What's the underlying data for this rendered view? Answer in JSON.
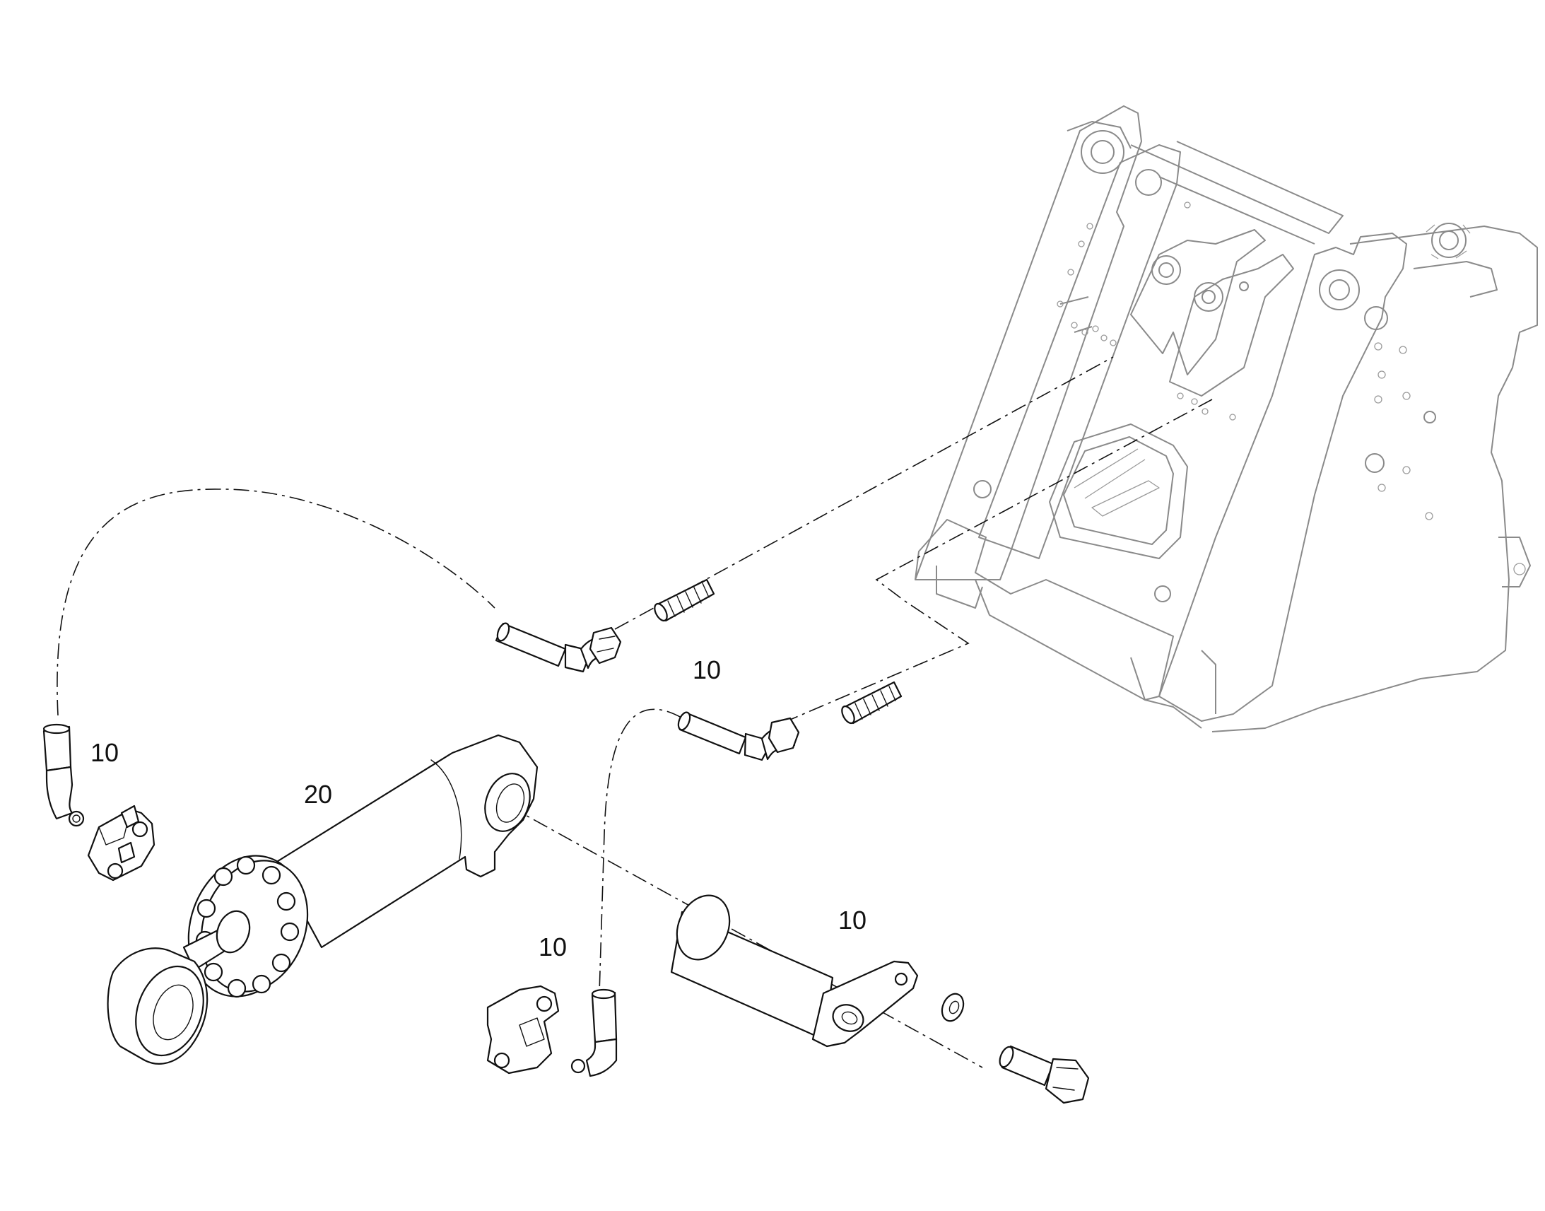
{
  "diagram": {
    "callouts": [
      {
        "id": "c1",
        "text": "10"
      },
      {
        "id": "c2",
        "text": "10"
      },
      {
        "id": "c3",
        "text": "20"
      },
      {
        "id": "c4",
        "text": "10"
      },
      {
        "id": "c5",
        "text": "10"
      }
    ]
  }
}
